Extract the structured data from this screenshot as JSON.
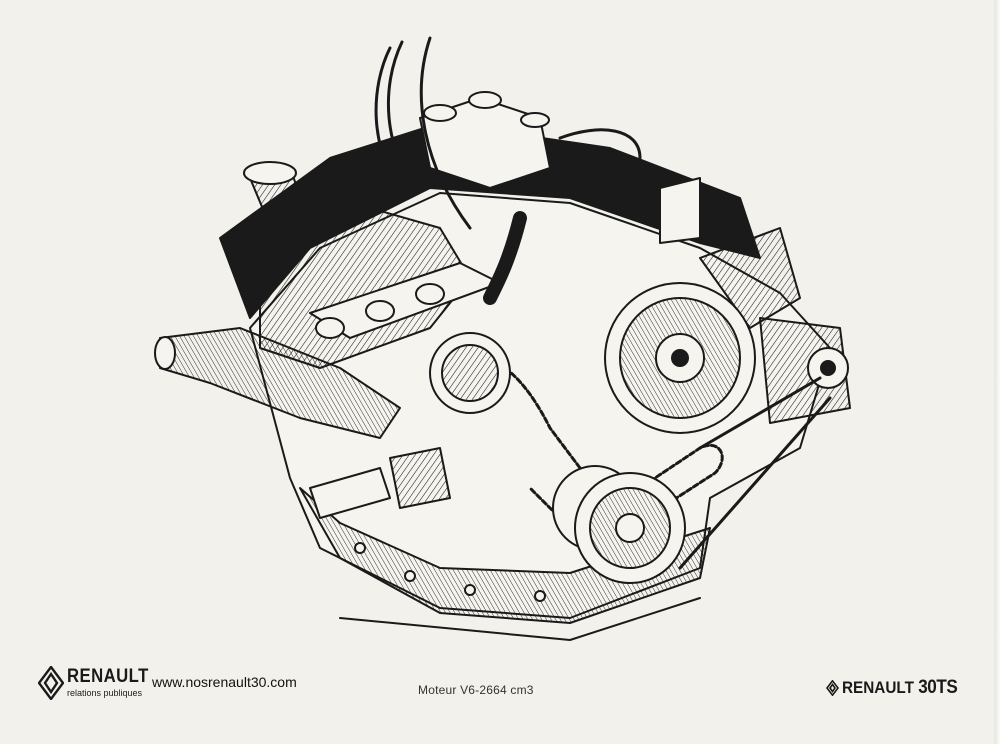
{
  "branding": {
    "brand": "RENAULT",
    "department": "relations publiques"
  },
  "website": "www.nosrenault30.com",
  "caption": "Moteur V6-2664 cm3",
  "model_badge": {
    "brand": "RENAULT",
    "model": "30TS"
  },
  "illustration": {
    "icon": "engine-cutaway-drawing",
    "ink_color": "#1a1a1a",
    "paper_color": "#f3f1eb"
  }
}
